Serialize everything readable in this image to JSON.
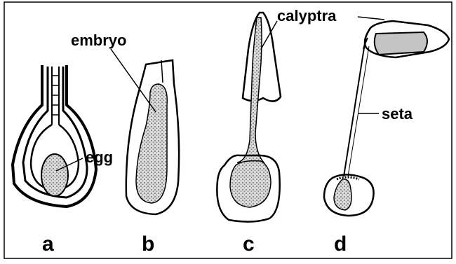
{
  "labels": {
    "embryo": "embryo",
    "egg": "egg",
    "calyptra": "calyptra",
    "seta": "seta"
  },
  "panels": {
    "a": "a",
    "b": "b",
    "c": "c",
    "d": "d"
  },
  "colors": {
    "ink": "#000000",
    "stipple": "#d9d9d9",
    "capsule": "#c4c4c4"
  }
}
